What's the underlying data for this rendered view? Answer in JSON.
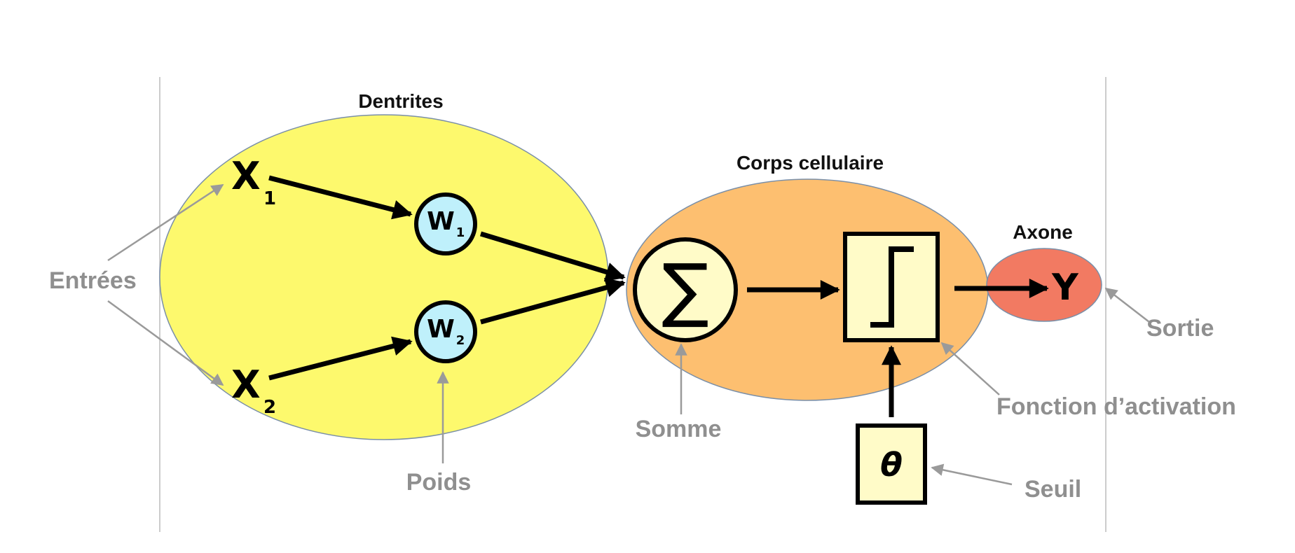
{
  "labels": {
    "dendrites": "Dentrites",
    "cell_body": "Corps cellulaire",
    "axon": "Axone",
    "inputs": "Entrées",
    "weights": "Poids",
    "sum": "Somme",
    "activation": "Fonction d’activation",
    "threshold": "Seuil",
    "output": "Sortie"
  },
  "symbols": {
    "x1": "X",
    "x1_sub": "1",
    "x2": "X",
    "x2_sub": "2",
    "w1": "W",
    "w1_sub": "1",
    "w2": "W",
    "w2_sub": "2",
    "sigma": "∑",
    "theta": "θ",
    "y": "Y"
  },
  "colors": {
    "dendrites_fill": "#fdf96d",
    "cell_body_fill": "#fdbf70",
    "axon_fill": "#f27a62",
    "weight_fill": "#bff0fb",
    "node_fill": "#fffbc8",
    "label_grey": "#8f8f8f"
  }
}
